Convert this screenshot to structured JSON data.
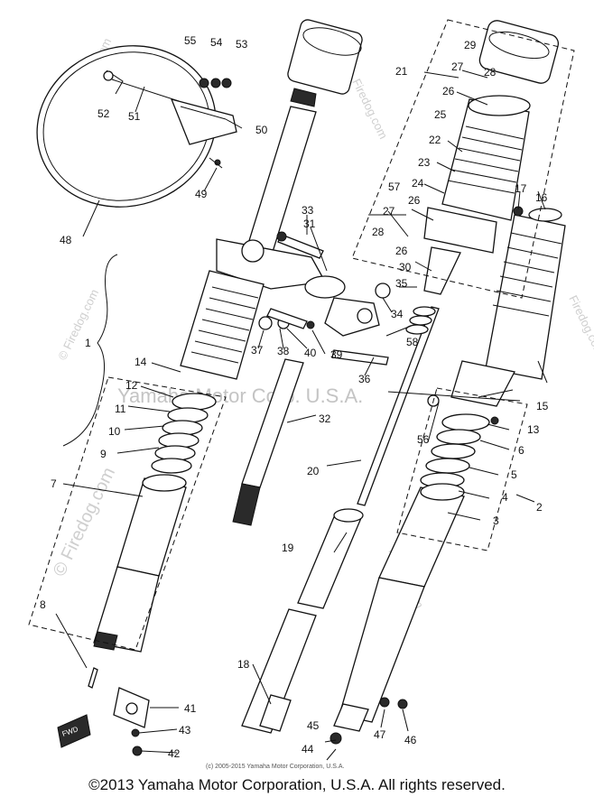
{
  "watermarks": {
    "center": "Yamaha Motor Corp. U.S.A.",
    "left": "© Firedog.com",
    "firedog": "Firedog.com"
  },
  "small_copyright": "(c) 2005-2015 Yamaha Motor Corporation, U.S.A.",
  "footer": "©2013 Yamaha Motor Corporation, U.S.A. All rights reserved.",
  "fwd_tag": "FWD",
  "bracket_label": "1",
  "labels": {
    "p2": "2",
    "p3": "3",
    "p4": "4",
    "p5": "5",
    "p6": "6",
    "p7": "7",
    "p8": "8",
    "p9": "9",
    "p10": "10",
    "p11": "11",
    "p12": "12",
    "p13": "13",
    "p14": "14",
    "p15": "15",
    "p16": "16",
    "p17": "17",
    "p18": "18",
    "p19": "19",
    "p20": "20",
    "p21": "21",
    "p22": "22",
    "p23": "23",
    "p24": "24",
    "p25": "25",
    "p26a": "26",
    "p26b": "26",
    "p26c": "26",
    "p27a": "27",
    "p27b": "27",
    "p28a": "28",
    "p28b": "28",
    "p29": "29",
    "p30": "30",
    "p31": "31",
    "p32": "32",
    "p33": "33",
    "p34": "34",
    "p35": "35",
    "p36": "36",
    "p37": "37",
    "p38": "38",
    "p39": "39",
    "p40": "40",
    "p41": "41",
    "p42": "42",
    "p43": "43",
    "p44": "44",
    "p45": "45",
    "p46": "46",
    "p47": "47",
    "p48": "48",
    "p49": "49",
    "p50": "50",
    "p51": "51",
    "p52": "52",
    "p53": "53",
    "p54": "54",
    "p55": "55",
    "p56": "56",
    "p57": "57",
    "p58": "58"
  }
}
